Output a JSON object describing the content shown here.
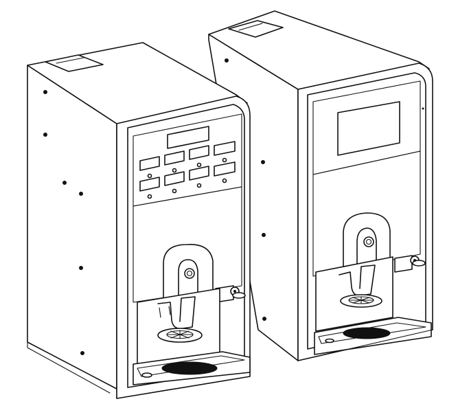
{
  "colors": {
    "line": "#111111",
    "background": "#ffffff"
  },
  "machines": [
    {
      "id": "left",
      "variant": "button-panel",
      "panel_buttons": 8
    },
    {
      "id": "right",
      "variant": "touch-screen",
      "panel_buttons": 0
    }
  ],
  "icons": [
    "lock-icon",
    "tap-knob-icon",
    "drip-grate-icon"
  ]
}
